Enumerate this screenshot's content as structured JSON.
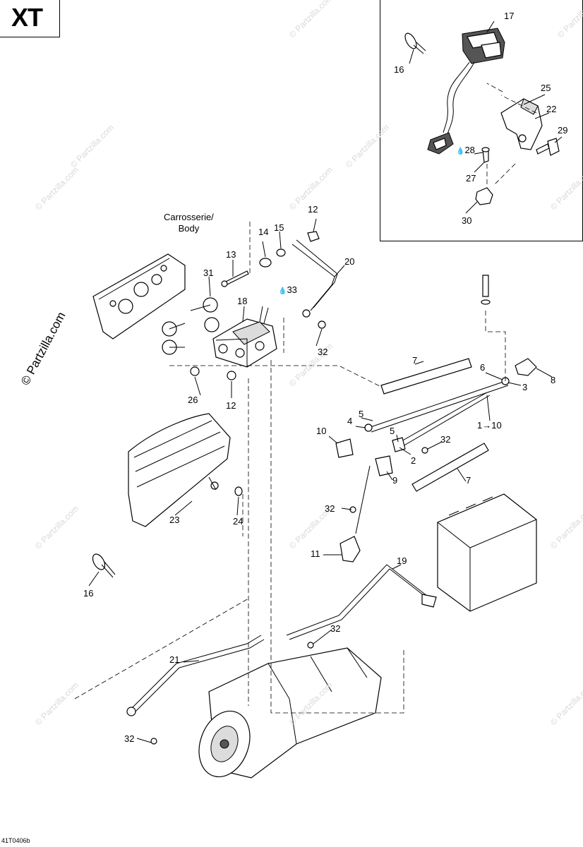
{
  "header": {
    "model": "XT"
  },
  "body_label": {
    "line1": "Carrosserie/",
    "line2": "Body"
  },
  "watermark": {
    "text": "© Partzilla.com"
  },
  "faint_watermark": "© Partzilla.com",
  "footer": {
    "code": "41T0406b"
  },
  "callouts": {
    "c1to10": "1→10",
    "c2": "2",
    "c3": "3",
    "c4": "4",
    "c5a": "5",
    "c5b": "5",
    "c6": "6",
    "c7a": "7",
    "c7b": "7",
    "c8": "8",
    "c9": "9",
    "c10": "10",
    "c11": "11",
    "c12a": "12",
    "c12b": "12",
    "c13": "13",
    "c14": "14",
    "c15": "15",
    "c16a": "16",
    "c16b": "16",
    "c17": "17",
    "c18": "18",
    "c19": "19",
    "c20": "20",
    "c21": "21",
    "c22": "22",
    "c23": "23",
    "c24": "24",
    "c25": "25",
    "c26": "26",
    "c27": "27",
    "c28": "28",
    "c29": "29",
    "c30": "30",
    "c31": "31",
    "c32a": "32",
    "c32b": "32",
    "c32c": "32",
    "c32d": "32",
    "c32e": "32",
    "c33": "33"
  },
  "drop_symbol": "💧"
}
